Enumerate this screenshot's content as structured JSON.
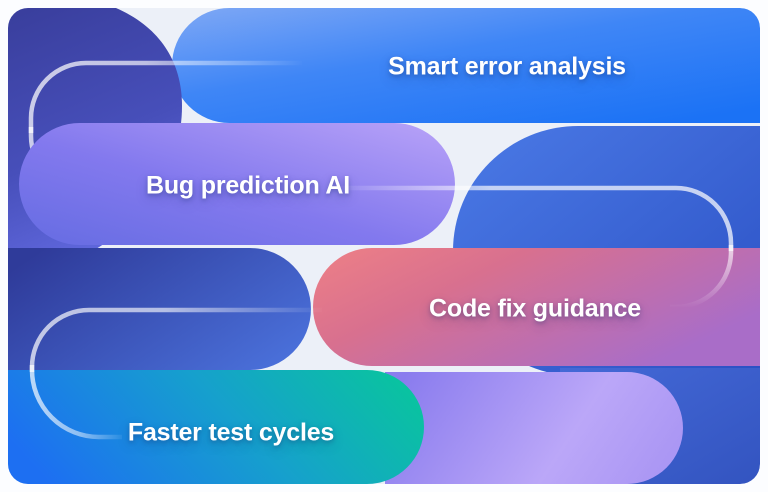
{
  "canvas": {
    "page_background": "#fcfdff",
    "card_background": "#ecf0f8",
    "card_corner_radius": 20
  },
  "features": [
    {
      "id": "smart-error-analysis",
      "label": "Smart error analysis",
      "pill_colors": [
        "#7fa8f5",
        "#3f86f6",
        "#1b72f5"
      ],
      "text_color": "#ffffff"
    },
    {
      "id": "bug-prediction-ai",
      "label": "Bug prediction AI",
      "pill_colors": [
        "#656ce2",
        "#8379ee",
        "#b9a3f8"
      ],
      "text_color": "#ffffff"
    },
    {
      "id": "code-fix-guidance",
      "label": "Code fix guidance",
      "pill_colors": [
        "#ee8086",
        "#d8708f",
        "#a96dc8"
      ],
      "text_color": "#ffffff"
    },
    {
      "id": "faster-test-cycles",
      "label": "Faster test cycles",
      "pill_colors": [
        "#1d6ff2",
        "#16a0cd",
        "#0ac2a1"
      ],
      "text_color": "#ffffff"
    }
  ],
  "decor": {
    "dark_blob_top_left": [
      "#3a3f9e",
      "#5e66db"
    ],
    "navy_pill_mid_left": [
      "#2f3b9a",
      "#4a70da"
    ],
    "blue_shape_mid_right": [
      "#4b7ae6",
      "#2b50c4"
    ],
    "blue_shape_bottom_right": [
      "#4469d7",
      "#3354c0"
    ],
    "purple_pill_bottom_right": [
      "#8a7cee",
      "#bba7f8",
      "#ab97f4"
    ],
    "accent_line_color": "#ffffff"
  }
}
